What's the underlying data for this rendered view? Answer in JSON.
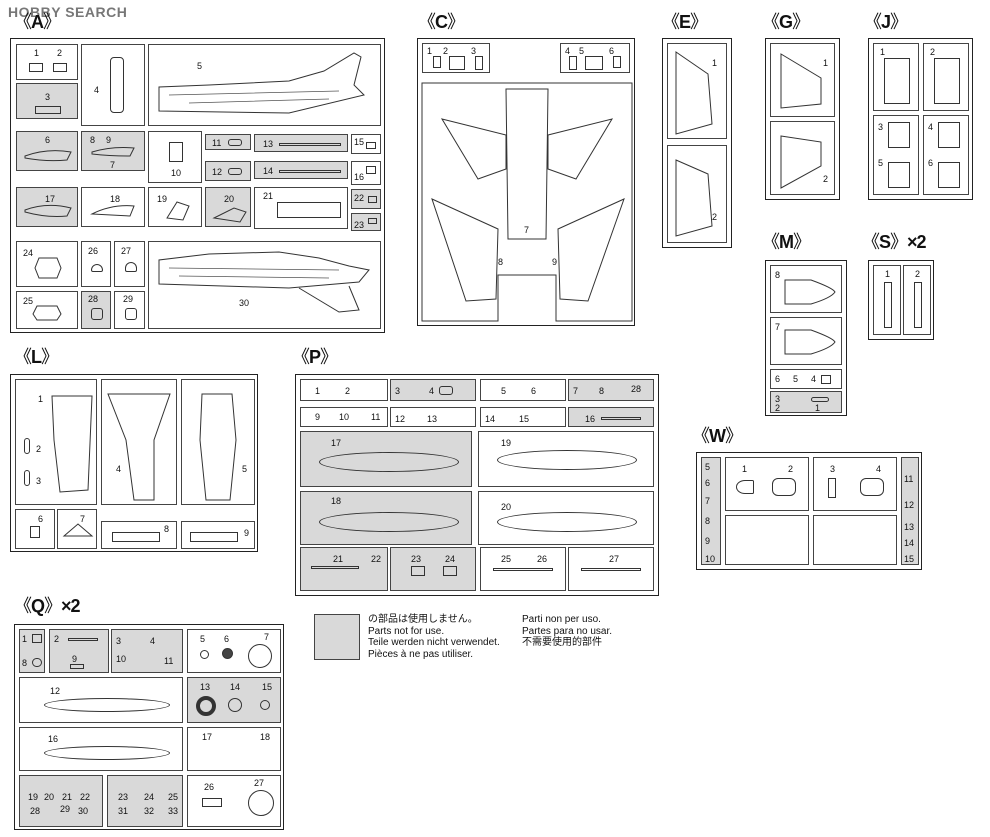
{
  "watermark": {
    "text": "HOBBY SEARCH"
  },
  "legend": {
    "col1": [
      "の部品は使用しません。",
      "Parts not for use.",
      "Teile werden nicht verwendet.",
      "Pièces à ne pas utiliser."
    ],
    "col2": [
      "Parti non per uso.",
      "Partes para no usar.",
      "不需要使用的部件"
    ]
  },
  "sections": {
    "A": {
      "label": "A"
    },
    "C": {
      "label": "C"
    },
    "E": {
      "label": "E"
    },
    "G": {
      "label": "G"
    },
    "J": {
      "label": "J"
    },
    "L": {
      "label": "L"
    },
    "M": {
      "label": "M"
    },
    "S": {
      "label": "S",
      "mult": "×2"
    },
    "P": {
      "label": "P"
    },
    "W": {
      "label": "W"
    },
    "Q": {
      "label": "Q",
      "mult": "×2"
    }
  },
  "brackets": {
    "open": "《",
    "close": "》"
  },
  "parts": {
    "A": [
      "1",
      "2",
      "3",
      "4",
      "5",
      "6",
      "7",
      "8",
      "9",
      "10",
      "11",
      "12",
      "13",
      "14",
      "15",
      "16",
      "17",
      "18",
      "19",
      "20",
      "21",
      "22",
      "23",
      "24",
      "25",
      "26",
      "27",
      "28",
      "29",
      "30"
    ],
    "C": [
      "1",
      "2",
      "3",
      "4",
      "5",
      "6",
      "7",
      "8",
      "9"
    ],
    "E": [
      "1",
      "2"
    ],
    "G": [
      "1",
      "2"
    ],
    "J": [
      "1",
      "2",
      "3",
      "4",
      "5",
      "6"
    ],
    "L": [
      "1",
      "2",
      "3",
      "4",
      "5",
      "6",
      "7",
      "8",
      "9"
    ],
    "M": [
      "8",
      "7",
      "6",
      "5",
      "4",
      "3",
      "2",
      "1"
    ],
    "S": [
      "1",
      "2"
    ],
    "P": [
      "1",
      "2",
      "3",
      "4",
      "5",
      "6",
      "7",
      "8",
      "28",
      "9",
      "10",
      "11",
      "12",
      "13",
      "14",
      "15",
      "16",
      "17",
      "18",
      "19",
      "20",
      "21",
      "22",
      "23",
      "24",
      "25",
      "26",
      "27"
    ],
    "W": [
      "5",
      "6",
      "7",
      "8",
      "9",
      "10",
      "1",
      "2",
      "3",
      "4",
      "11",
      "12",
      "13",
      "14",
      "15"
    ],
    "Q": [
      "1",
      "2",
      "3",
      "4",
      "5",
      "6",
      "7",
      "8",
      "9",
      "10",
      "11",
      "12",
      "13",
      "14",
      "15",
      "16",
      "17",
      "18",
      "19",
      "20",
      "21",
      "22",
      "23",
      "24",
      "25",
      "26",
      "27",
      "28",
      "29",
      "30",
      "31",
      "32",
      "33"
    ]
  },
  "colors": {
    "grey_fill": "#d9d9d9",
    "line": "#222222"
  }
}
